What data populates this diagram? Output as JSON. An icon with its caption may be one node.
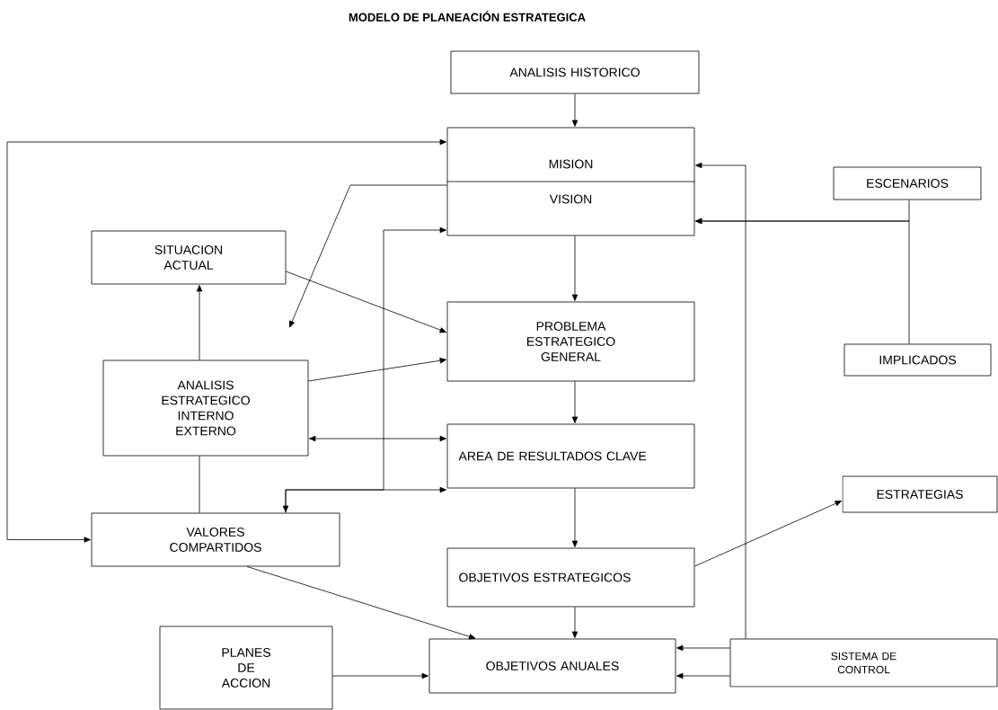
{
  "diagram": {
    "title": "MODELO DE  PLANEACIÓN ESTRATEGICA",
    "nodes": [
      {
        "text": [
          "ANALISIS HISTORICO"
        ]
      },
      {
        "text": [
          "MISION",
          "VISION"
        ]
      },
      {
        "text": [
          "SITUACION ACTUAL"
        ]
      },
      {
        "text": [
          "PROBLEMA ESTRATEGICO GENERAL"
        ]
      },
      {
        "text": [
          "ANALISIS ESTRATEGICO INTERNO EXTERNO"
        ]
      },
      {
        "text": [
          "AREA DE RESULTADOS CLAVE"
        ]
      },
      {
        "text": [
          "VALORES COMPARTIDOS"
        ]
      },
      {
        "text": [
          "OBJETIVOS ESTRATEGICOS"
        ]
      },
      {
        "text": [
          "PLANES DE ACCION"
        ]
      },
      {
        "text": [
          "OBJETIVOS ANUALES"
        ]
      },
      {
        "text": [
          "SISTEMA DE CONTROL"
        ]
      },
      {
        "text": [
          "ESCENARIOS"
        ]
      },
      {
        "text": [
          "IMPLICADOS"
        ]
      },
      {
        "text": [
          "ESTRATEGIAS"
        ]
      }
    ],
    "edges": [
      {
        "from": 0,
        "to": 1,
        "arrow": "to"
      },
      {
        "from": 6,
        "to": 1,
        "arrow": "both"
      },
      {
        "from": 1,
        "to": null,
        "arrow": "to"
      },
      {
        "from": 1,
        "to": 3,
        "arrow": "to"
      },
      {
        "from": 2,
        "to": 3,
        "arrow": "to"
      },
      {
        "from": 4,
        "to": 3,
        "arrow": "to"
      },
      {
        "from": 4,
        "to": 2,
        "arrow": "to"
      },
      {
        "from": 4,
        "to": 5,
        "arrow": "both"
      },
      {
        "from": 4,
        "to": 6,
        "arrow": "none"
      },
      {
        "from": 6,
        "to": 5,
        "arrow": "both"
      },
      {
        "from": 6,
        "to": 1,
        "arrow": "to"
      },
      {
        "from": 3,
        "to": 5,
        "arrow": "to"
      },
      {
        "from": 5,
        "to": 7,
        "arrow": "to"
      },
      {
        "from": 7,
        "to": 13,
        "arrow": "to"
      },
      {
        "from": 6,
        "to": 9,
        "arrow": "to"
      },
      {
        "from": 7,
        "to": 9,
        "arrow": "to"
      },
      {
        "from": 8,
        "to": 9,
        "arrow": "to"
      },
      {
        "from": 10,
        "to": 9,
        "arrow": "to"
      },
      {
        "from": 10,
        "to": 9,
        "arrow": "to"
      },
      {
        "from": 10,
        "to": 1,
        "arrow": "to"
      },
      {
        "from": 11,
        "to": 1,
        "arrow": "to"
      },
      {
        "from": 12,
        "to": 1,
        "arrow": "to"
      }
    ]
  }
}
